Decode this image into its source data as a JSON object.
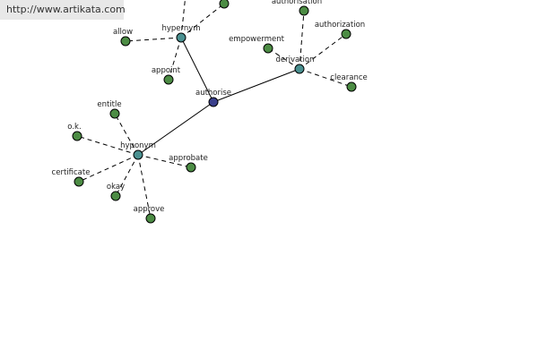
{
  "banner": {
    "url_text": "http://www.artikata.com"
  },
  "colors": {
    "center": "#3a3f8c",
    "relation": "#4a9090",
    "leaf": "#4c8c44",
    "edge": "#000000"
  },
  "graph": {
    "nodes": [
      {
        "id": "authorise",
        "label": "authorise",
        "kind": "center"
      },
      {
        "id": "hypernym",
        "label": "hypernym",
        "kind": "relation"
      },
      {
        "id": "derivation",
        "label": "derivation",
        "kind": "relation"
      },
      {
        "id": "hyponym",
        "label": "hyponym",
        "kind": "relation"
      },
      {
        "id": "allow",
        "label": "allow",
        "kind": "leaf"
      },
      {
        "id": "appoint",
        "label": "appoint",
        "kind": "leaf"
      },
      {
        "id": "hyp-top1",
        "label": "",
        "kind": "leaf"
      },
      {
        "id": "hyp-top2",
        "label": "",
        "kind": "leaf"
      },
      {
        "id": "authorisation",
        "label": "authorisation",
        "kind": "leaf"
      },
      {
        "id": "authorization",
        "label": "authorization",
        "kind": "leaf"
      },
      {
        "id": "empowerment",
        "label": "empowerment",
        "kind": "leaf"
      },
      {
        "id": "clearance",
        "label": "clearance",
        "kind": "leaf"
      },
      {
        "id": "entitle",
        "label": "entitle",
        "kind": "leaf"
      },
      {
        "id": "o.k.",
        "label": "o.k.",
        "kind": "leaf"
      },
      {
        "id": "certificate",
        "label": "certificate",
        "kind": "leaf"
      },
      {
        "id": "okay",
        "label": "okay",
        "kind": "leaf"
      },
      {
        "id": "approve",
        "label": "approve",
        "kind": "leaf"
      },
      {
        "id": "approbate",
        "label": "approbate",
        "kind": "leaf"
      }
    ],
    "edges": [
      {
        "from": "authorise",
        "to": "hypernym",
        "style": "solid"
      },
      {
        "from": "authorise",
        "to": "derivation",
        "style": "solid"
      },
      {
        "from": "authorise",
        "to": "hyponym",
        "style": "solid"
      },
      {
        "from": "hypernym",
        "to": "allow",
        "style": "dashed"
      },
      {
        "from": "hypernym",
        "to": "appoint",
        "style": "dashed"
      },
      {
        "from": "hypernym",
        "to": "hyp-top1",
        "style": "dashed"
      },
      {
        "from": "hypernym",
        "to": "hyp-top2",
        "style": "dashed"
      },
      {
        "from": "derivation",
        "to": "authorisation",
        "style": "dashed"
      },
      {
        "from": "derivation",
        "to": "authorization",
        "style": "dashed"
      },
      {
        "from": "derivation",
        "to": "empowerment",
        "style": "dashed"
      },
      {
        "from": "derivation",
        "to": "clearance",
        "style": "dashed"
      },
      {
        "from": "hyponym",
        "to": "entitle",
        "style": "dashed"
      },
      {
        "from": "hyponym",
        "to": "o.k.",
        "style": "dashed"
      },
      {
        "from": "hyponym",
        "to": "certificate",
        "style": "dashed"
      },
      {
        "from": "hyponym",
        "to": "okay",
        "style": "dashed"
      },
      {
        "from": "hyponym",
        "to": "approve",
        "style": "dashed"
      },
      {
        "from": "hyponym",
        "to": "approbate",
        "style": "dashed"
      }
    ]
  }
}
